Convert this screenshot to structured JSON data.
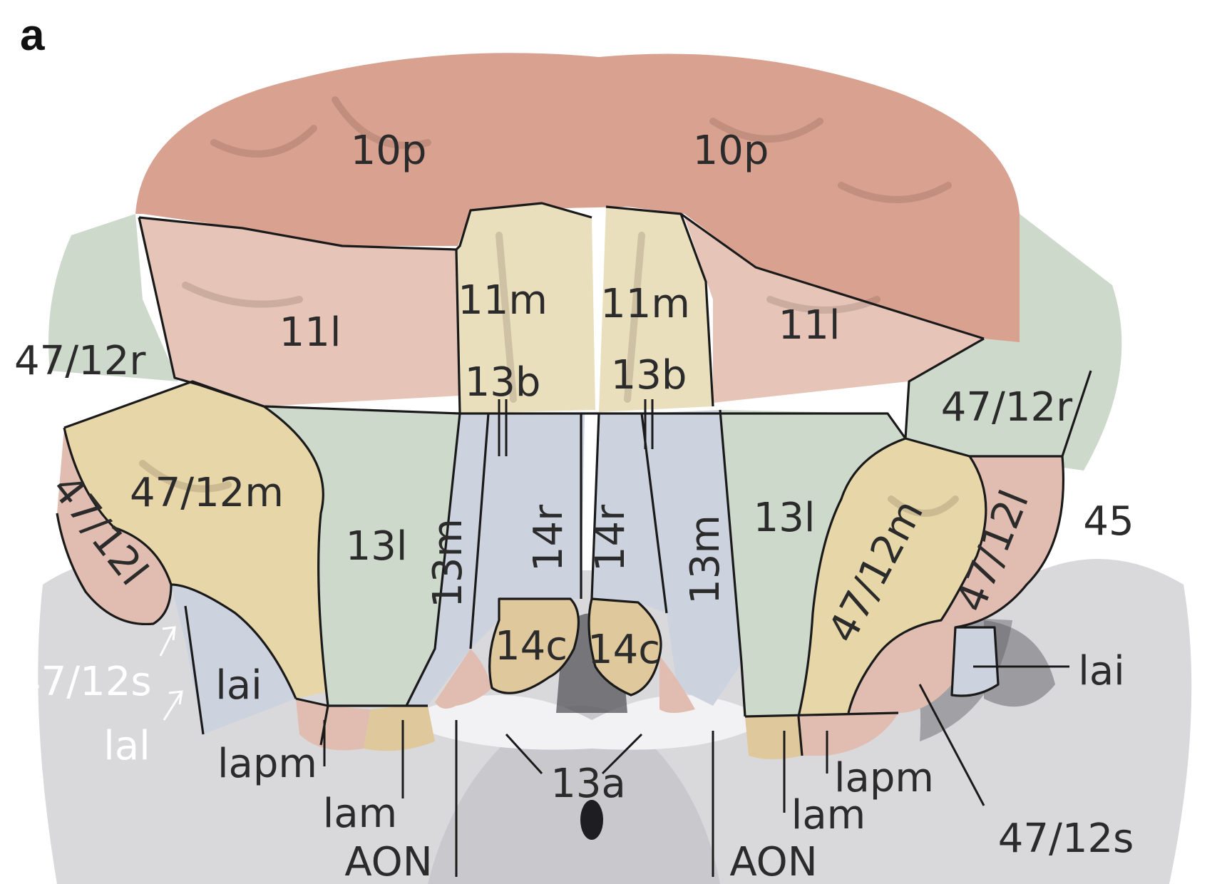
{
  "panel_label": "a",
  "colors": {
    "frontal_pole": "#d9a190",
    "area11_lateral": "#e6c5b8",
    "area11_medial": "#e9dfbd",
    "green_area": "#cdd9cb",
    "blue_area": "#cdd2df",
    "yellow_area": "#e6d6a8",
    "pink_area": "#e0bdb0",
    "tan_area": "#dfc89c",
    "background_tissue": "#d9d9dc",
    "white_matter": "#f2f2f4"
  },
  "regions": {
    "r10p_left": "10p",
    "r10p_right": "10p",
    "r11l_left": "11l",
    "r11l_right": "11l",
    "r11m_left": "11m",
    "r11m_right": "11m",
    "r13b_left": "13b",
    "r13b_right": "13b",
    "r47_12r_left": "47/12r",
    "r47_12r_right": "47/12r",
    "r47_12m_left": "47/12m",
    "r47_12m_right": "47/12m",
    "r47_12l_left": "47/12l",
    "r47_12l_right": "47/12l",
    "r13l_left": "13l",
    "r13l_right": "13l",
    "r13m_left": "13m",
    "r13m_right": "13m",
    "r14r_left": "14r",
    "r14r_right": "14r",
    "r14c_left": "14c",
    "r14c_right": "14c",
    "r45": "45",
    "r47_12s_left": "47/12s",
    "r47_12s_right": "47/12s",
    "rlai_left": "lai",
    "rlai_right": "lai",
    "rlal": "lal",
    "rlapm_left": "lapm",
    "rlapm_right": "lapm",
    "rlam_left": "lam",
    "rlam_right": "lam",
    "rAON_left": "AON",
    "rAON_right": "AON",
    "r13a": "13a"
  }
}
